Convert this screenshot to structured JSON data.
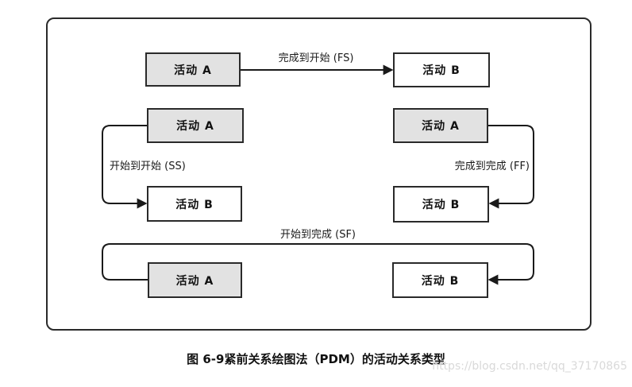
{
  "figure": {
    "caption": "图 6-9紧前关系绘图法（PDM）的活动关系类型",
    "watermark": "https://blog.csdn.net/qq_37170865"
  },
  "nodes": {
    "fs_a": "活动 A",
    "fs_b": "活动 B",
    "ss_a": "活动 A",
    "ss_b": "活动 B",
    "ff_a": "活动 A",
    "ff_b": "活动 B",
    "sf_a": "活动 A",
    "sf_b": "活动 B"
  },
  "relationships": {
    "fs": "完成到开始 (FS)",
    "ss": "开始到开始 (SS)",
    "ff": "完成到完成 (FF)",
    "sf": "开始到完成 (SF)"
  },
  "colors": {
    "activity_a_fill": "#e2e2e2",
    "activity_b_fill": "#ffffff",
    "line": "#1a1a1a",
    "border": "#2a2a2a",
    "watermark": "#d9d9d9"
  }
}
